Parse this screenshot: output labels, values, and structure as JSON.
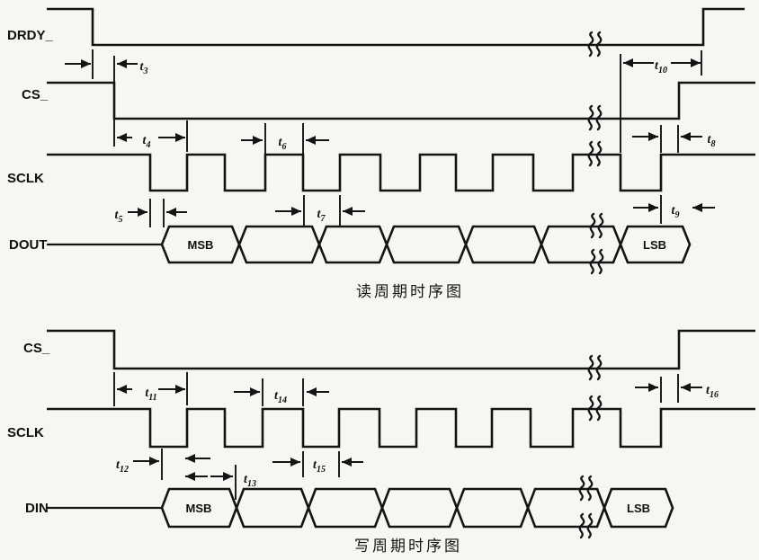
{
  "figure": {
    "read_cycle": {
      "caption": "读周期时序图",
      "signal_labels": {
        "drdy": "DRDY_",
        "cs": "CS_",
        "sclk": "SCLK",
        "dout": "DOUT"
      },
      "bus_labels": {
        "msb": "MSB",
        "lsb": "LSB"
      },
      "timing_labels": {
        "t3": {
          "base": "t",
          "sub": "3"
        },
        "t4": {
          "base": "t",
          "sub": "4"
        },
        "t5": {
          "base": "t",
          "sub": "5"
        },
        "t6": {
          "base": "t",
          "sub": "6"
        },
        "t7": {
          "base": "t",
          "sub": "7"
        },
        "t8": {
          "base": "t",
          "sub": "8"
        },
        "t9": {
          "base": "t",
          "sub": "9"
        },
        "t10": {
          "base": "t",
          "sub": "10"
        }
      }
    },
    "write_cycle": {
      "caption": "写周期时序图",
      "signal_labels": {
        "cs": "CS_",
        "sclk": "SCLK",
        "din": "DIN"
      },
      "bus_labels": {
        "msb": "MSB",
        "lsb": "LSB"
      },
      "timing_labels": {
        "t11": {
          "base": "t",
          "sub": "11"
        },
        "t12": {
          "base": "t",
          "sub": "12"
        },
        "t13": {
          "base": "t",
          "sub": "13"
        },
        "t14": {
          "base": "t",
          "sub": "14"
        },
        "t15": {
          "base": "t",
          "sub": "15"
        },
        "t16": {
          "base": "t",
          "sub": "16"
        }
      }
    }
  }
}
